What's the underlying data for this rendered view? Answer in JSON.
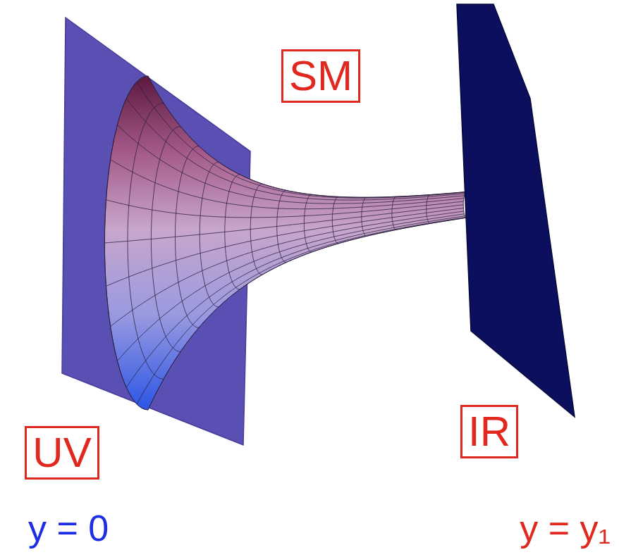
{
  "diagram": {
    "nodes": [
      {
        "text": [
          "SM"
        ]
      },
      {
        "text": [
          "UV"
        ]
      },
      {
        "text": [
          "IR"
        ]
      }
    ],
    "labels": [
      "y = 0",
      "y = y₁"
    ]
  }
}
